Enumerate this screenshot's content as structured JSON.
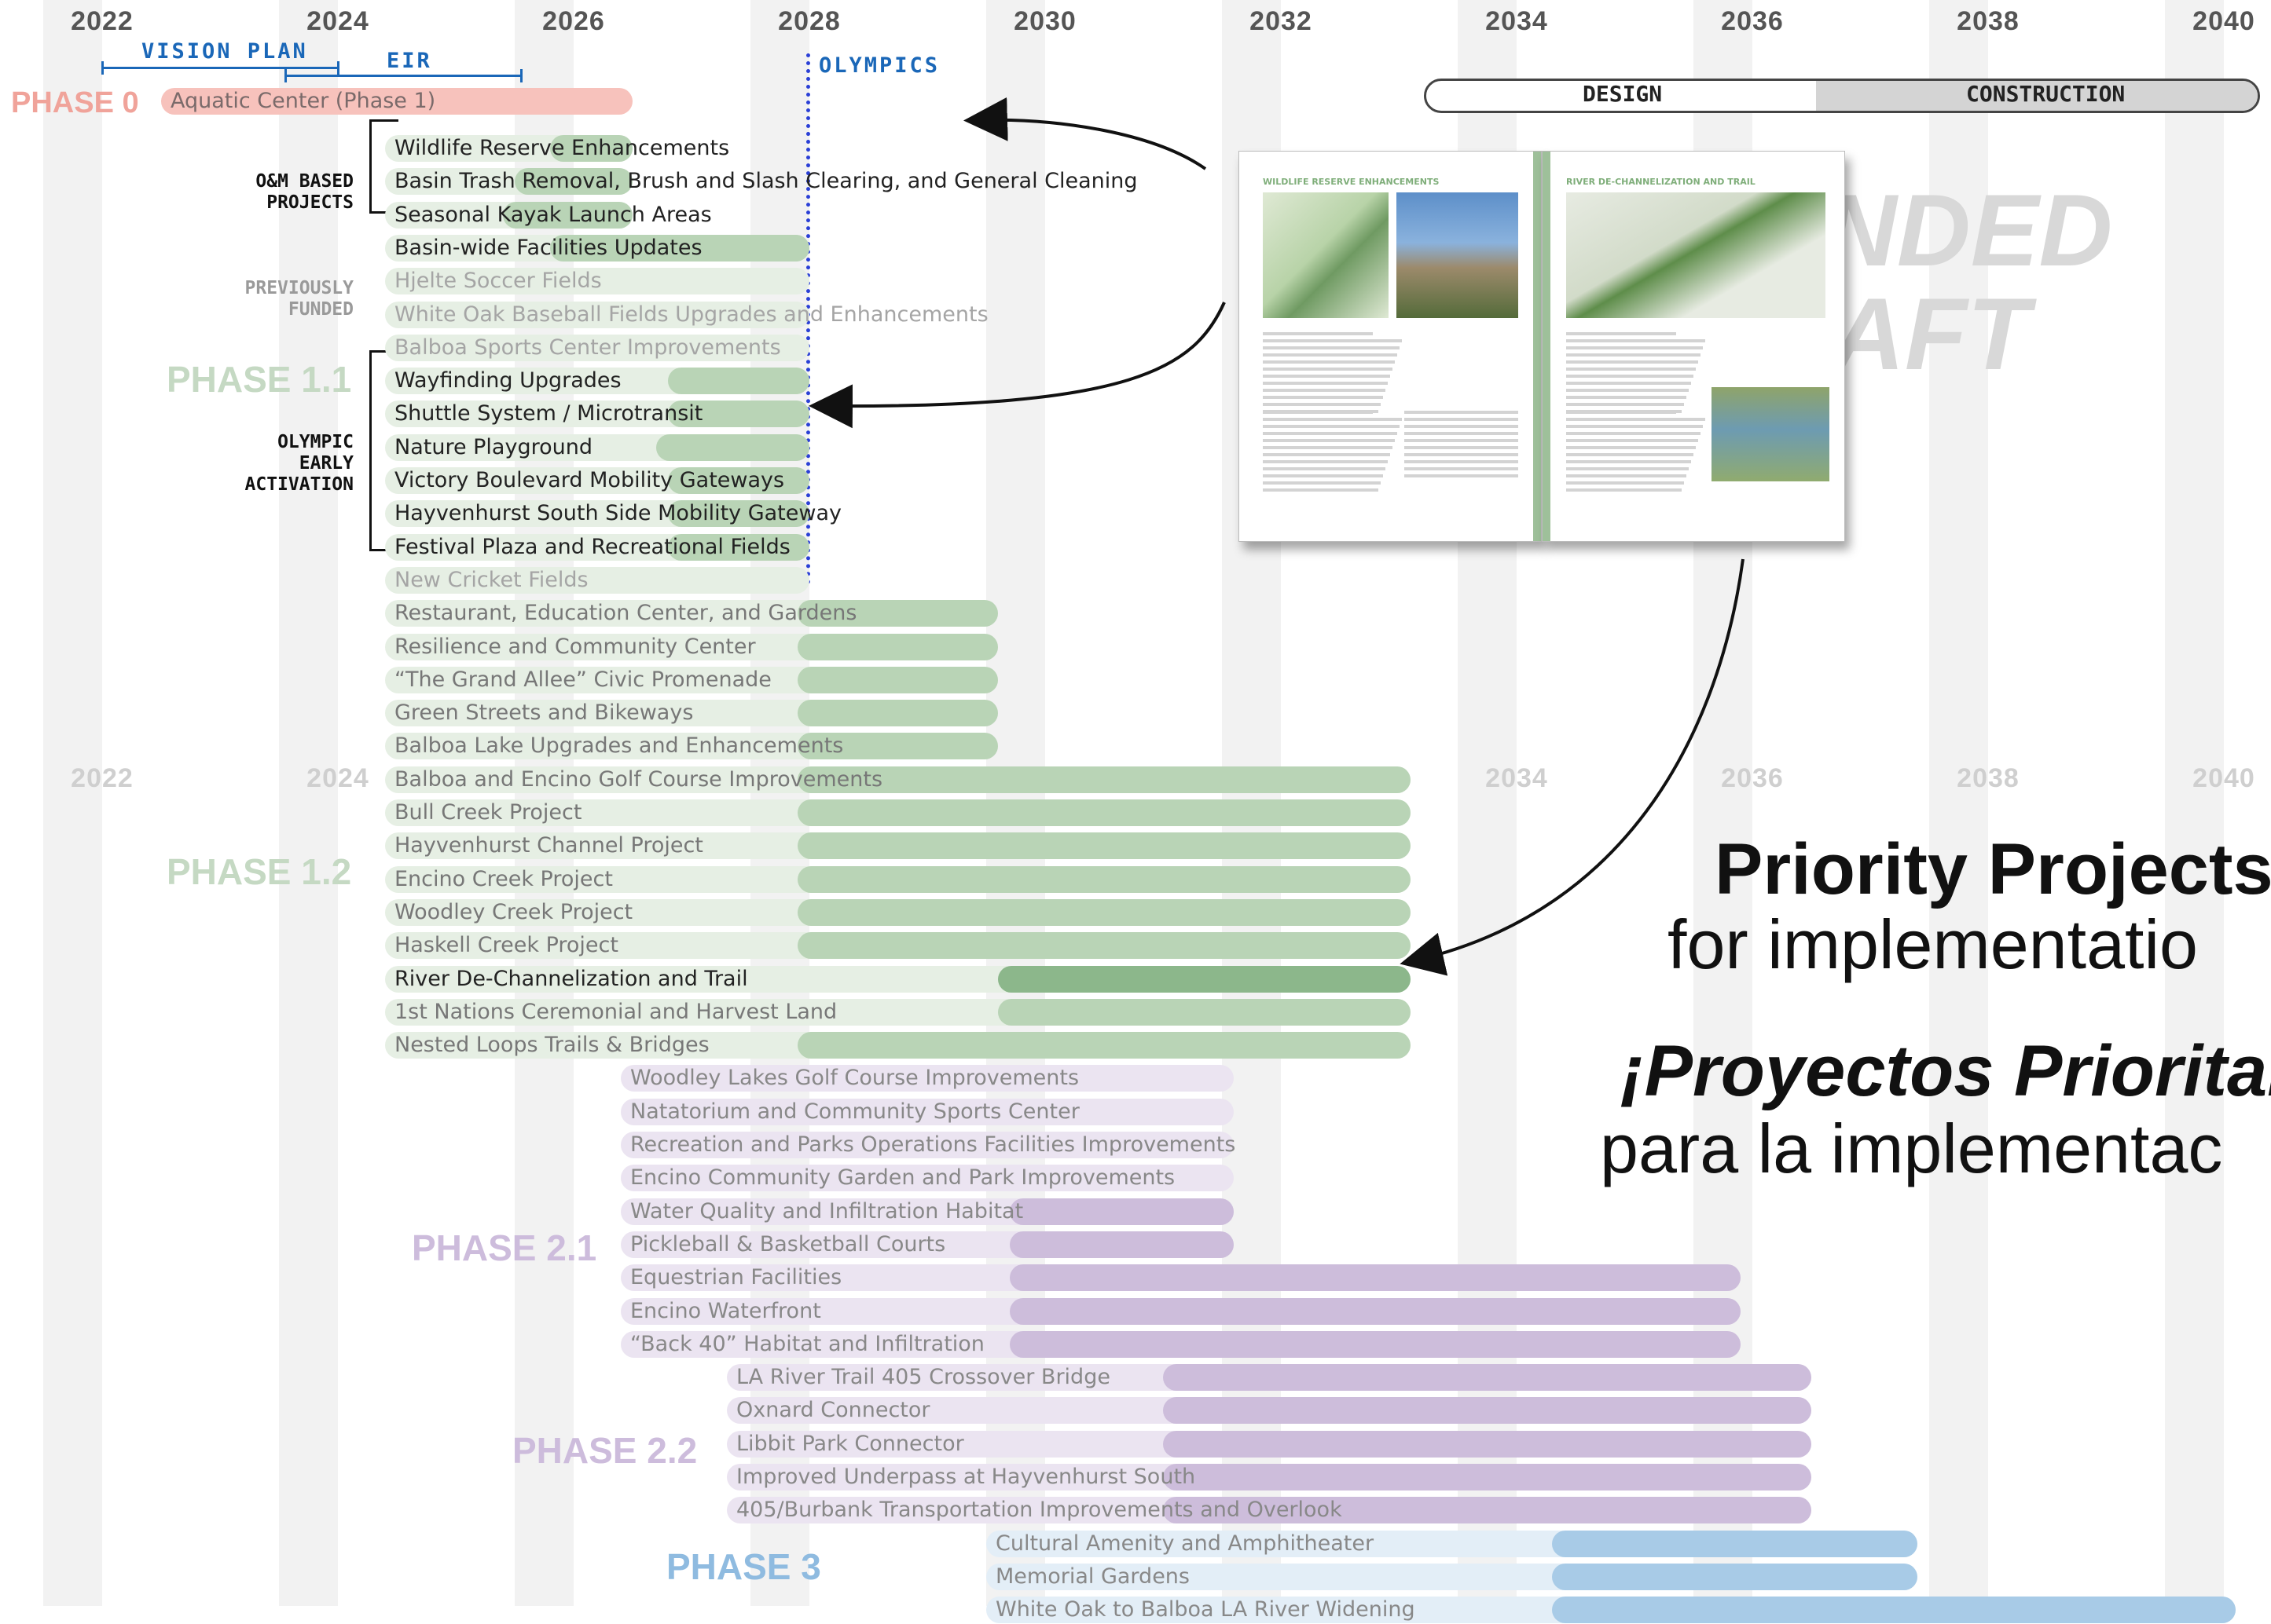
{
  "years": [
    "2022",
    "2024",
    "2026",
    "2028",
    "2030",
    "2032",
    "2034",
    "2036",
    "2038",
    "2040"
  ],
  "markers": {
    "vision_plan": "VISION PLAN",
    "eir": "EIR",
    "olympics": "OLYMPICS"
  },
  "stage_bar": {
    "design": "DESIGN",
    "construction": "CONSTRUCTION"
  },
  "groups": {
    "om_based": "O&M BASED\nPROJECTS",
    "previously_funded": "PREVIOUSLY\nFUNDED",
    "olympic_early": "OLYMPIC\nEARLY\nACTIVATION"
  },
  "phases": [
    {
      "name": "PHASE 0",
      "color": "#f4b2ab"
    },
    {
      "name": "PHASE 1.1",
      "color": "#cfe3cd"
    },
    {
      "name": "PHASE 1.2",
      "color": "#cfe3cd"
    },
    {
      "name": "PHASE 2.1",
      "color": "#d3c4de"
    },
    {
      "name": "PHASE 2.2",
      "color": "#d3c4de"
    },
    {
      "name": "PHASE 3",
      "color": "#8fbbe0"
    }
  ],
  "projects": [
    {
      "label": "Aquatic Center (Phase 1)",
      "phase": "PHASE 0",
      "start": 2022.5,
      "end": 2026.5
    },
    {
      "label": "Wildlife Reserve Enhancements",
      "phase": "PHASE 1.1",
      "start": 2024.4,
      "end": 2026.5,
      "split": 2025.8
    },
    {
      "label": "Basin Trash Removal, Brush and Slash Clearing, and General Cleaning",
      "phase": "PHASE 1.1",
      "start": 2024.4,
      "end": 2026.5,
      "split": 2025.5
    },
    {
      "label": "Seasonal Kayak Launch Areas",
      "phase": "PHASE 1.1",
      "start": 2024.4,
      "end": 2026.5,
      "split": 2025.4
    },
    {
      "label": "Basin-wide Facilities Updates",
      "phase": "PHASE 1.1",
      "start": 2024.4,
      "end": 2028.0,
      "split": 2025.8
    },
    {
      "label": "Hjelte Soccer Fields",
      "phase": "PHASE 1.1",
      "start": 2024.4,
      "end": 2028.0
    },
    {
      "label": "White Oak Baseball Fields Upgrades and Enhancements",
      "phase": "PHASE 1.1",
      "start": 2024.4,
      "end": 2028.0
    },
    {
      "label": "Balboa Sports Center Improvements",
      "phase": "PHASE 1.1",
      "start": 2024.4,
      "end": 2028.0
    },
    {
      "label": "Wayfinding Upgrades",
      "phase": "PHASE 1.1",
      "start": 2024.4,
      "end": 2028.0,
      "split": 2026.8
    },
    {
      "label": "Shuttle System / Microtransit",
      "phase": "PHASE 1.1",
      "start": 2024.4,
      "end": 2028.0,
      "split": 2026.8
    },
    {
      "label": "Nature Playground",
      "phase": "PHASE 1.1",
      "start": 2024.4,
      "end": 2028.0,
      "split": 2026.7
    },
    {
      "label": "Victory Boulevard Mobility Gateways",
      "phase": "PHASE 1.1",
      "start": 2024.4,
      "end": 2028.0,
      "split": 2026.8
    },
    {
      "label": "Hayvenhurst South Side Mobility Gateway",
      "phase": "PHASE 1.1",
      "start": 2024.4,
      "end": 2028.0,
      "split": 2026.8
    },
    {
      "label": "Festival Plaza and Recreational Fields",
      "phase": "PHASE 1.1",
      "start": 2024.4,
      "end": 2028.0,
      "split": 2026.8
    },
    {
      "label": "New Cricket Fields",
      "phase": "PHASE 1.1",
      "start": 2024.4,
      "end": 2028.0
    },
    {
      "label": "Restaurant, Education Center, and Gardens",
      "phase": "PHASE 1.2",
      "start": 2024.4,
      "end": 2029.6,
      "split": 2027.9
    },
    {
      "label": "Resilience and Community Center",
      "phase": "PHASE 1.2",
      "start": 2024.4,
      "end": 2029.6,
      "split": 2027.9
    },
    {
      "label": "“The Grand Allee” Civic Promenade",
      "phase": "PHASE 1.2",
      "start": 2024.4,
      "end": 2029.6,
      "split": 2027.9
    },
    {
      "label": "Green Streets and Bikeways",
      "phase": "PHASE 1.2",
      "start": 2024.4,
      "end": 2029.6,
      "split": 2027.9
    },
    {
      "label": "Balboa Lake Upgrades and Enhancements",
      "phase": "PHASE 1.2",
      "start": 2024.4,
      "end": 2029.6,
      "split": 2027.9
    },
    {
      "label": "Balboa and Encino Golf Course Improvements",
      "phase": "PHASE 1.2",
      "start": 2024.4,
      "end": 2033.1,
      "split": 2027.9
    },
    {
      "label": "Bull Creek Project",
      "phase": "PHASE 1.2",
      "start": 2024.4,
      "end": 2033.1,
      "split": 2027.9
    },
    {
      "label": "Hayvenhurst Channel Project",
      "phase": "PHASE 1.2",
      "start": 2024.4,
      "end": 2033.1,
      "split": 2027.9
    },
    {
      "label": "Encino Creek Project",
      "phase": "PHASE 1.2",
      "start": 2024.4,
      "end": 2033.1,
      "split": 2027.9
    },
    {
      "label": "Woodley Creek Project",
      "phase": "PHASE 1.2",
      "start": 2024.4,
      "end": 2033.1,
      "split": 2027.9
    },
    {
      "label": "Haskell Creek Project",
      "phase": "PHASE 1.2",
      "start": 2024.4,
      "end": 2033.1,
      "split": 2027.9
    },
    {
      "label": "River De-Channelization and Trail",
      "phase": "PHASE 1.2",
      "start": 2024.4,
      "end": 2033.1,
      "split": 2029.6,
      "highlight": true
    },
    {
      "label": "1st Nations Ceremonial and Harvest Land",
      "phase": "PHASE 1.2",
      "start": 2024.4,
      "end": 2033.1,
      "split": 2029.6
    },
    {
      "label": "Nested Loops Trails & Bridges",
      "phase": "PHASE 1.2",
      "start": 2024.4,
      "end": 2033.1,
      "split": 2027.9
    },
    {
      "label": "Woodley Lakes Golf Course Improvements",
      "phase": "PHASE 2.1",
      "start": 2026.4,
      "end": 2031.6
    },
    {
      "label": "Natatorium and Community Sports Center",
      "phase": "PHASE 2.1",
      "start": 2026.4,
      "end": 2031.6
    },
    {
      "label": "Recreation and Parks Operations Facilities Improvements",
      "phase": "PHASE 2.1",
      "start": 2026.4,
      "end": 2031.6
    },
    {
      "label": "Encino Community Garden and Park Improvements",
      "phase": "PHASE 2.1",
      "start": 2026.4,
      "end": 2031.6
    },
    {
      "label": "Water Quality and Infiltration Habitat",
      "phase": "PHASE 2.1",
      "start": 2026.4,
      "end": 2031.6,
      "split": 2029.7
    },
    {
      "label": "Pickleball & Basketball Courts",
      "phase": "PHASE 2.1",
      "start": 2026.4,
      "end": 2031.6,
      "split": 2029.7
    },
    {
      "label": "Equestrian Facilities",
      "phase": "PHASE 2.1",
      "start": 2026.4,
      "end": 2035.9,
      "split": 2029.7
    },
    {
      "label": "Encino Waterfront",
      "phase": "PHASE 2.1",
      "start": 2026.4,
      "end": 2035.9,
      "split": 2029.7
    },
    {
      "label": "“Back 40” Habitat and Infiltration",
      "phase": "PHASE 2.1",
      "start": 2026.4,
      "end": 2035.9,
      "split": 2029.7
    },
    {
      "label": "LA River Trail 405 Crossover Bridge",
      "phase": "PHASE 2.2",
      "start": 2027.3,
      "end": 2036.5,
      "split": 2031.0
    },
    {
      "label": "Oxnard Connector",
      "phase": "PHASE 2.2",
      "start": 2027.3,
      "end": 2036.5,
      "split": 2031.0
    },
    {
      "label": "Libbit Park Connector",
      "phase": "PHASE 2.2",
      "start": 2027.3,
      "end": 2036.5,
      "split": 2031.0
    },
    {
      "label": "Improved Underpass at Hayvenhurst South",
      "phase": "PHASE 2.2",
      "start": 2027.3,
      "end": 2036.5,
      "split": 2031.0
    },
    {
      "label": "405/Burbank Transportation Improvements and Overlook",
      "phase": "PHASE 2.2",
      "start": 2027.3,
      "end": 2036.5,
      "split": 2031.0
    },
    {
      "label": "Cultural Amenity and Amphitheater",
      "phase": "PHASE 3",
      "start": 2029.5,
      "end": 2037.4,
      "split": 2034.3
    },
    {
      "label": "Memorial Gardens",
      "phase": "PHASE 3",
      "start": 2029.5,
      "end": 2037.4,
      "split": 2034.3
    },
    {
      "label": "White Oak to Balboa LA River Widening",
      "phase": "PHASE 3",
      "start": 2029.5,
      "end": 2040.1,
      "split": 2034.3
    }
  ],
  "document_preview": {
    "left_title": "WILDLIFE RESERVE ENHANCEMENTS",
    "right_title": "RIVER DE-CHANNELIZATION AND TRAIL",
    "watermark_line1": "NDED",
    "watermark_line2": "AFT"
  },
  "headings": {
    "en_bold": "Priority Projects",
    "en_light": "for implementatio",
    "es_bold": "¡Proyectos Prioritar",
    "es_light": "para la implementac"
  },
  "colors": {
    "phase0_light": "#fbd3cf",
    "phase0_dark": "#f4b2ab",
    "phase0_text": "#f0a39a",
    "p1_light": "#e6efe4",
    "p1_dark": "#b9d4b6",
    "p1_hl": "#8cb78b",
    "p1_text": "#c5d9c3",
    "p2_light": "#ebe4f1",
    "p2_dark": "#cdbddb",
    "p2_text": "#cdbcdc",
    "p3_light": "#e3eef7",
    "p3_dark": "#a8cbe7",
    "p3_text": "#8fbbe0",
    "marker_blue": "#1a67b8"
  }
}
